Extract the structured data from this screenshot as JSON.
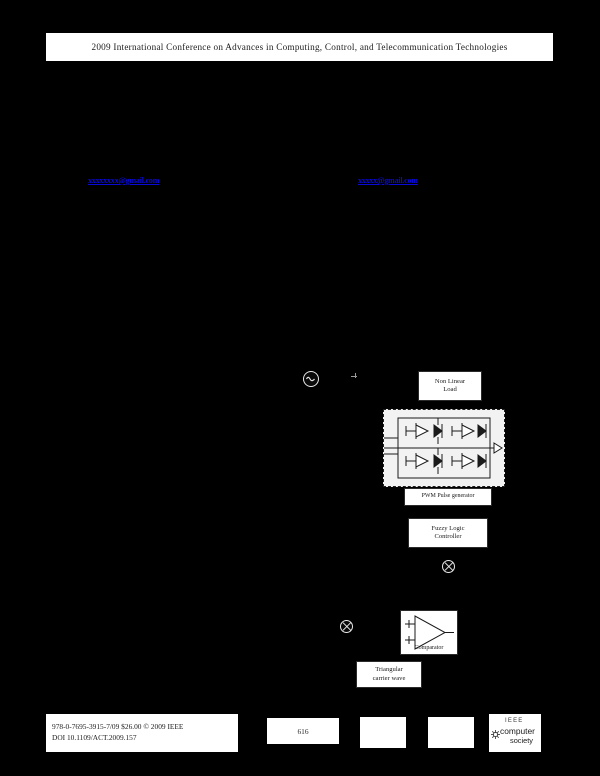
{
  "page": {
    "background_color": "#000000",
    "paper_color": "#ffffff"
  },
  "header": {
    "running_title": "2009 International Conference on Advances in Computing, Control, and Telecommunication Technologies"
  },
  "authors": {
    "email_left": "xxxxxxxx@gmail.com",
    "email_right": "xxxxx@gmail.com",
    "link_color": "#0a0ad6"
  },
  "figure": {
    "blocks": {
      "non_linear_load": "Non Linear\nLoad",
      "non_linear_load_line1": "Non Linear",
      "non_linear_load_line2": "Load",
      "pwm_pulse_generator": "PWM Pulse generator",
      "fuzzy_logic_controller_line1": "Fuzzy Logic",
      "fuzzy_logic_controller_line2": "Controller",
      "comparator": "Comparator",
      "triangular_carrier_line1": "Triangular",
      "triangular_carrier_line2": "carrier wave"
    },
    "symbols": {
      "ac_source": "ac-source-icon",
      "summing_junction_upper": "summing-junction-icon",
      "summing_junction_lower": "summing-junction-icon",
      "inverter_bridge": "h-bridge-inverter-icon",
      "switch_count": 4
    }
  },
  "footer": {
    "isbn_line": "978-0-7695-3915-7/09 $26.00 © 2009 IEEE",
    "doi_line": "DOI 10.1109/ACT.2009.157",
    "page_number": "616",
    "logo": {
      "ieee": "IEEE",
      "computer": "computer",
      "society": "society"
    }
  }
}
